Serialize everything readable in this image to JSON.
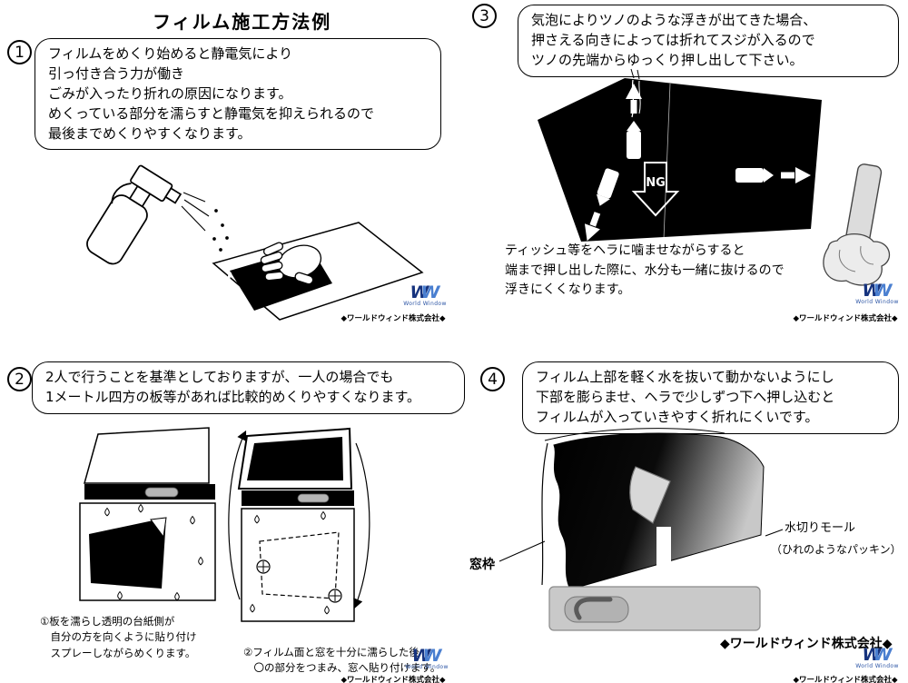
{
  "title": "フィルム施工方法例",
  "logo": {
    "mark": "W",
    "subtext": "World Window"
  },
  "company": {
    "small": "◆ワールドウィンド株式会社◆",
    "large": "◆ワールドウィンド株式会社◆"
  },
  "sections": {
    "s1": {
      "num": "1",
      "lines": [
        "フィルムをめくり始めると静電気により",
        "引っ付き合う力が働き",
        "ごみが入ったり折れの原因になります。",
        "めくっている部分を濡らすと静電気を抑えられるので",
        "最後までめくりやすくなります。"
      ]
    },
    "s2": {
      "num": "2",
      "lines": [
        "2人で行うことを基準としておりますが、一人の場合でも",
        "1メートル四方の板等があれば比較的めくりやすくなります。"
      ],
      "cap1": [
        "①板を濡らし透明の台紙側が",
        "　自分の方を向くように貼り付け",
        "　スプレーしながらめくります。"
      ],
      "cap2": [
        "②フィルム面と窓を十分に濡らした後",
        "　〇の部分をつまみ、窓へ貼り付けます。"
      ]
    },
    "s3": {
      "num": "3",
      "lines": [
        "気泡によりツノのような浮きが出てきた場合、",
        "押さえる向きによっては折れてスジが入るので",
        "ツノの先端からゆっくり押し出して下さい。"
      ],
      "ng": "NG",
      "note": [
        "ティッシュ等をヘラに噛ませながらすると",
        "端まで押し出した際に、水分も一緒に抜けるので",
        "浮きにくくなります。"
      ]
    },
    "s4": {
      "num": "4",
      "lines": [
        "フィルム上部を軽く水を抜いて動かないようにし",
        "下部を膨らませ、ヘラで少しずつ下へ押し込むと",
        "フィルムが入っていきやすく折れにくいです。"
      ],
      "label_frame": "窓枠",
      "label_molding": "水切りモール",
      "label_molding_sub": "（ひれのようなパッキン）"
    }
  }
}
